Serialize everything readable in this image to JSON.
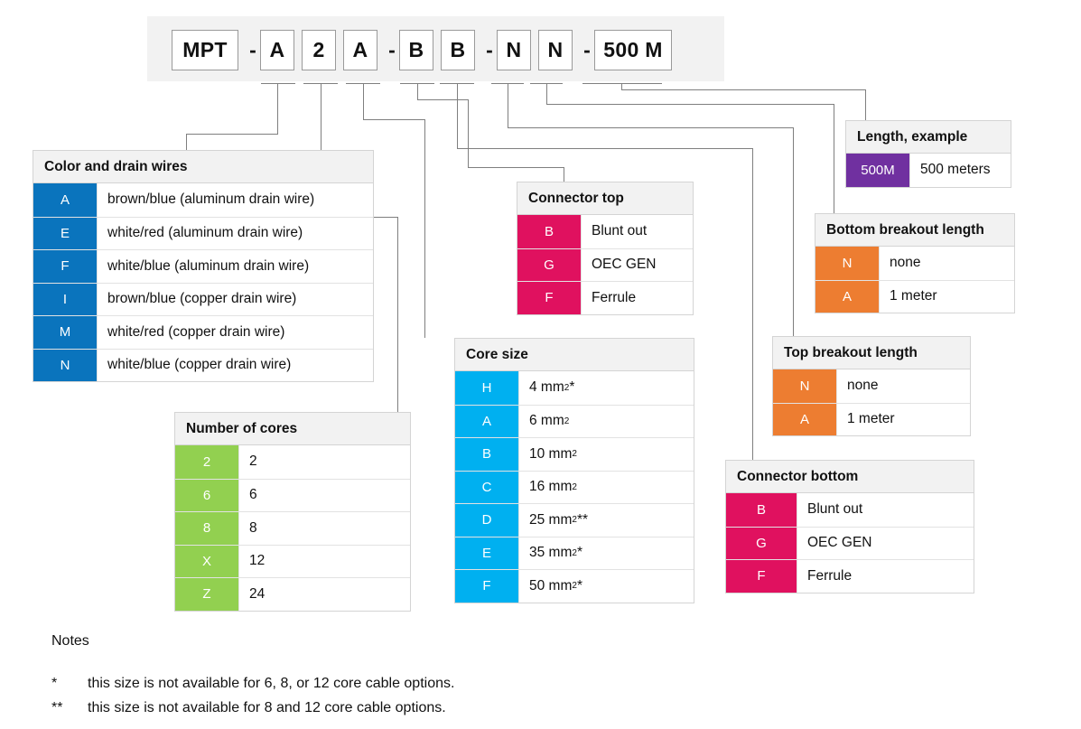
{
  "part_number": {
    "segments": [
      {
        "text": "MPT",
        "type": "box",
        "wide": true
      },
      {
        "text": "-",
        "type": "dash"
      },
      {
        "text": "A",
        "type": "box"
      },
      {
        "text": "2",
        "type": "box"
      },
      {
        "text": "A",
        "type": "box"
      },
      {
        "text": "-",
        "type": "dash"
      },
      {
        "text": "B",
        "type": "box"
      },
      {
        "text": "B",
        "type": "box"
      },
      {
        "text": "-",
        "type": "dash"
      },
      {
        "text": "N",
        "type": "box"
      },
      {
        "text": "N",
        "type": "box"
      },
      {
        "text": "-",
        "type": "dash"
      },
      {
        "text": "500 M",
        "type": "box",
        "wide": true
      }
    ]
  },
  "tables": {
    "color": {
      "title": "Color and drain wires",
      "accent": "#0a74bd",
      "rows": [
        {
          "code": "A",
          "desc": "brown/blue  (aluminum drain wire)"
        },
        {
          "code": "E",
          "desc": "white/red (aluminum drain wire)"
        },
        {
          "code": "F",
          "desc": "white/blue (aluminum drain wire)"
        },
        {
          "code": "I",
          "desc": "brown/blue (copper drain wire)"
        },
        {
          "code": "M",
          "desc": "white/red (copper drain wire)"
        },
        {
          "code": "N",
          "desc": "white/blue (copper drain wire)"
        }
      ]
    },
    "cores": {
      "title": "Number of cores",
      "accent": "#92d050",
      "rows": [
        {
          "code": "2",
          "desc": "2"
        },
        {
          "code": "6",
          "desc": "6"
        },
        {
          "code": "8",
          "desc": "8"
        },
        {
          "code": "X",
          "desc": "12"
        },
        {
          "code": "Z",
          "desc": "24"
        }
      ]
    },
    "coresize": {
      "title": "Core size",
      "accent": "#00b0f0",
      "rows": [
        {
          "code": "H",
          "desc": "4 mm² *"
        },
        {
          "code": "A",
          "desc": "6 mm²"
        },
        {
          "code": "B",
          "desc": "10 mm²"
        },
        {
          "code": "C",
          "desc": "16 mm²"
        },
        {
          "code": "D",
          "desc": "25 mm² **"
        },
        {
          "code": "E",
          "desc": "35 mm²  *"
        },
        {
          "code": "F",
          "desc": "50 mm² *"
        }
      ]
    },
    "connector_top": {
      "title": "Connector top",
      "accent": "#e0115f",
      "rows": [
        {
          "code": "B",
          "desc": "Blunt out"
        },
        {
          "code": "G",
          "desc": "OEC GEN"
        },
        {
          "code": "F",
          "desc": "Ferrule"
        }
      ]
    },
    "connector_bottom": {
      "title": "Connector bottom",
      "accent": "#e0115f",
      "rows": [
        {
          "code": "B",
          "desc": "Blunt out"
        },
        {
          "code": "G",
          "desc": "OEC GEN"
        },
        {
          "code": "F",
          "desc": "Ferrule"
        }
      ]
    },
    "top_breakout": {
      "title": "Top breakout length",
      "accent": "#ed7d31",
      "rows": [
        {
          "code": "N",
          "desc": "none"
        },
        {
          "code": "A",
          "desc": "1 meter"
        }
      ]
    },
    "bottom_breakout": {
      "title": "Bottom breakout length",
      "accent": "#ed7d31",
      "rows": [
        {
          "code": "N",
          "desc": "none"
        },
        {
          "code": "A",
          "desc": "1 meter"
        }
      ]
    },
    "length": {
      "title": "Length, example",
      "accent": "#7030a0",
      "rows": [
        {
          "code": "500M",
          "desc": "500 meters"
        }
      ]
    }
  },
  "notes": {
    "title": "Notes",
    "items": [
      {
        "mark": "*",
        "text": "this size is not available for 6, 8, or 12 core cable options."
      },
      {
        "mark": "**",
        "text": "this size is not available for 8 and 12 core cable options."
      }
    ]
  }
}
